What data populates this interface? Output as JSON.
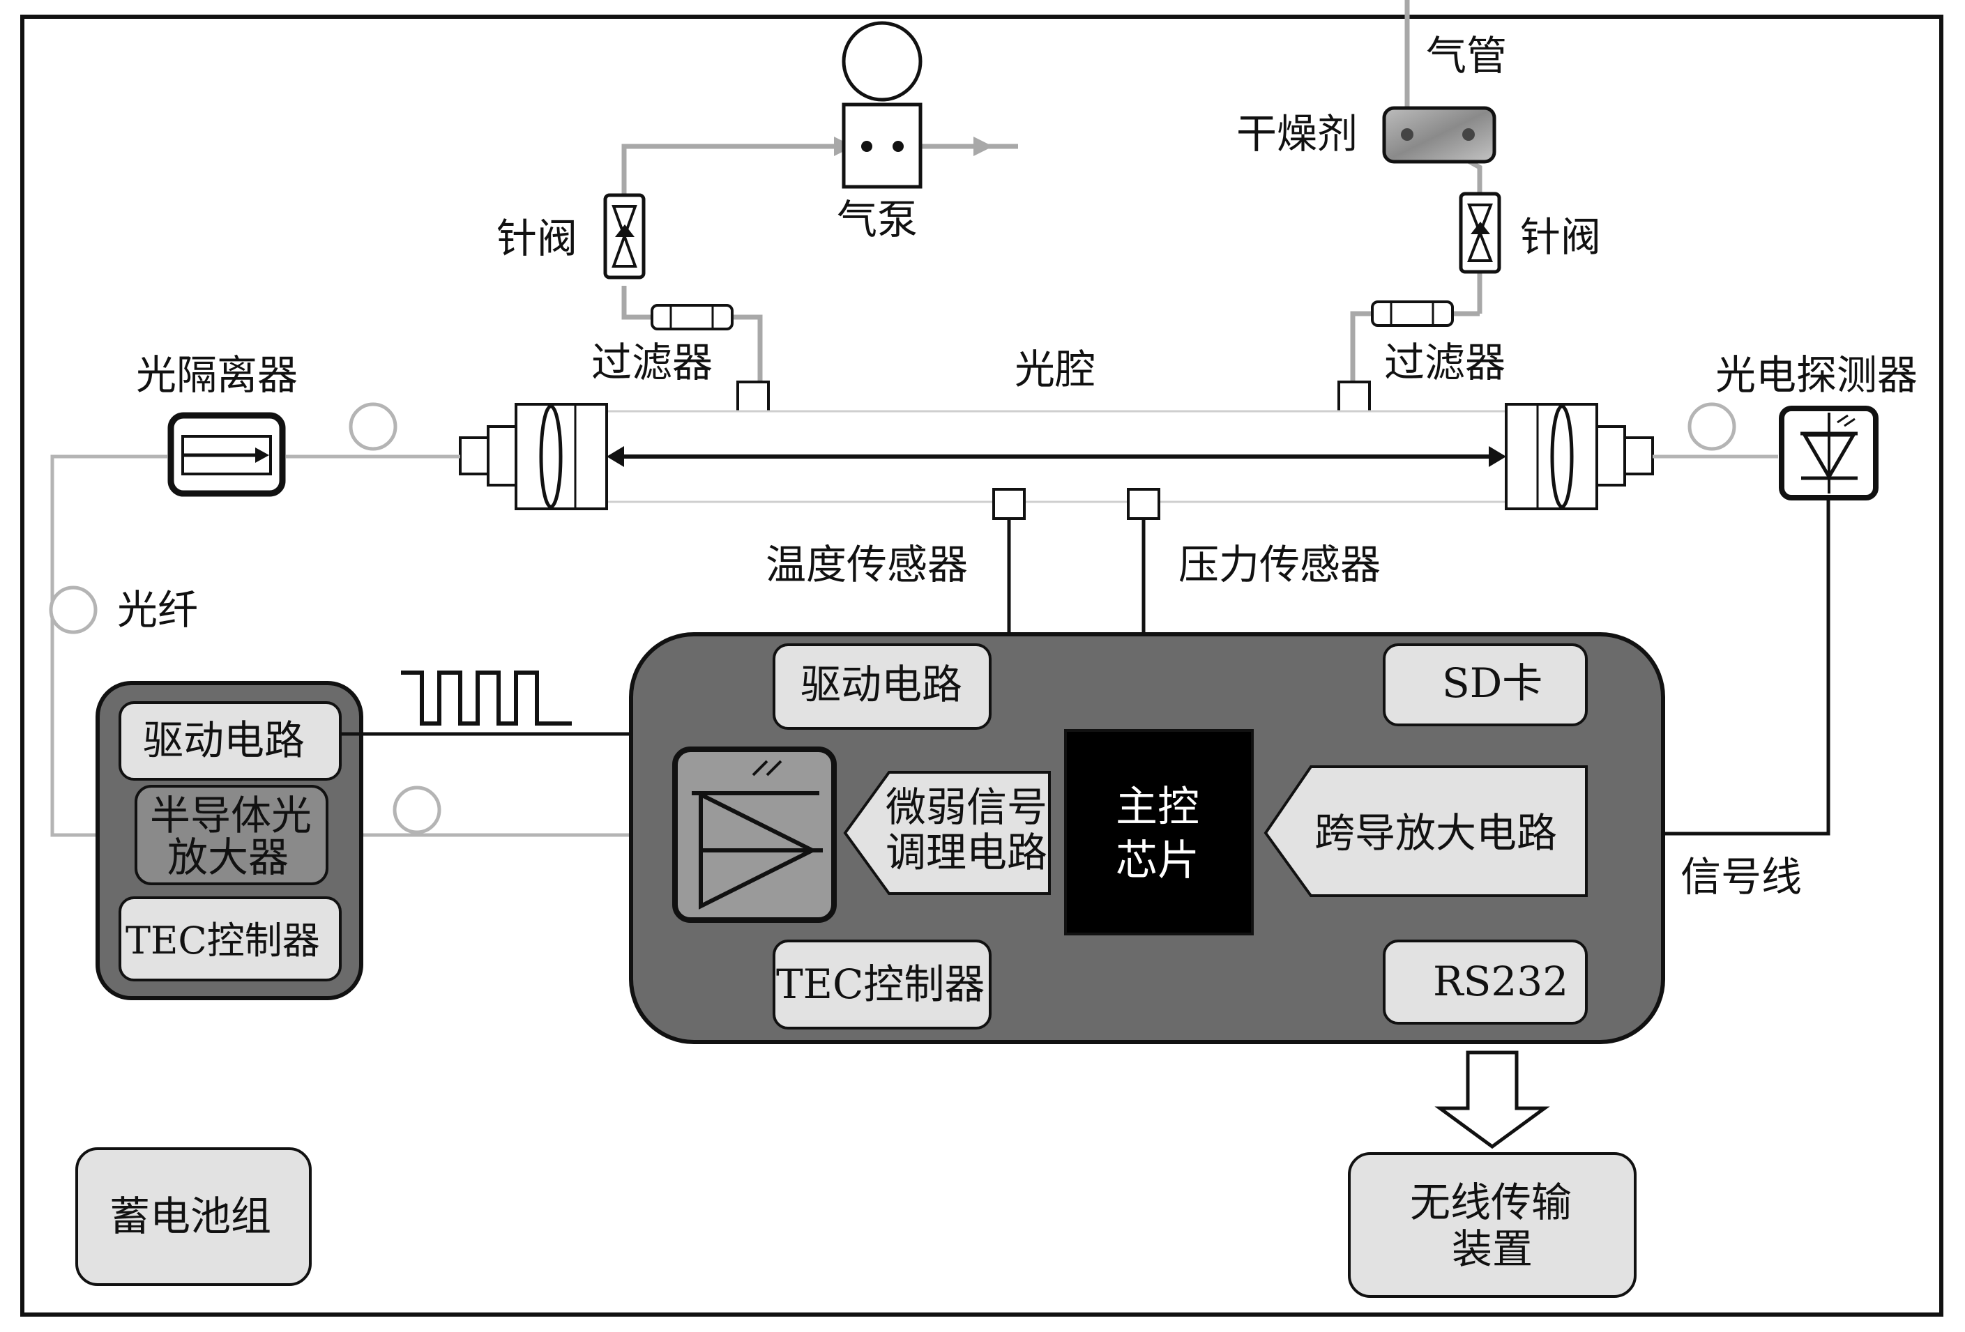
{
  "labels": {
    "gas_pump": "气泵",
    "gas_pipe": "气管",
    "desiccant": "干燥剂",
    "needle_valve_left": "针阀",
    "needle_valve_right": "针阀",
    "filter_left": "过滤器",
    "filter_right": "过滤器",
    "optical_cavity": "光腔",
    "optical_isolator": "光隔离器",
    "photodetector": "光电探测器",
    "optical_fiber": "光纤",
    "temperature_sensor": "温度传感器",
    "pressure_sensor": "压力传感器",
    "signal_line": "信号线",
    "battery_pack": "蓄电池组",
    "wireless_device_line1": "无线传输",
    "wireless_device_line2": "装置"
  },
  "laser_module": {
    "drive_circuit": "驱动电路",
    "soa_line1": "半导体光",
    "soa_line2": "放大器",
    "tec": "TEC控制器"
  },
  "main_board": {
    "drive_circuit": "驱动电路",
    "sd_card": "SD卡",
    "weak_signal_line1": "微弱信号",
    "weak_signal_line2": "调理电路",
    "mcu_line1": "主控",
    "mcu_line2": "芯片",
    "tia": "跨导放大电路",
    "tec": "TEC控制器",
    "rs232": "RS232"
  },
  "colors": {
    "board_fill": "#6b6b6b",
    "box_fill": "#e2e2e2",
    "mcu_fill": "#000000",
    "pipe": "#a8a8a8",
    "line": "#111111"
  }
}
